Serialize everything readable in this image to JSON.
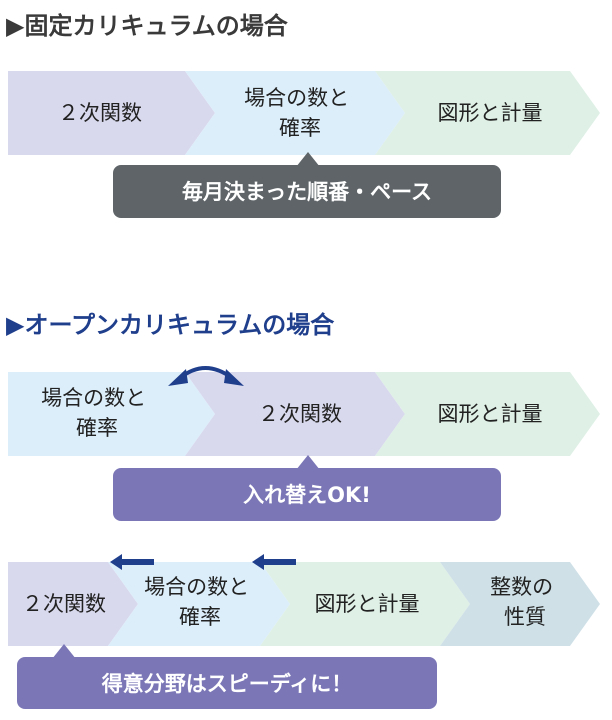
{
  "colors": {
    "purple_light": "#D9D9EE",
    "blue_light": "#DCEEFA",
    "green_light": "#DFF0E6",
    "blue_gray": "#CFE0E7",
    "dark_gray": "#5E6468",
    "violet": "#7B77B7",
    "navy": "#1F3E8C",
    "heading_gray": "#3A3A3A"
  },
  "section1": {
    "heading": "▶固定カリキュラムの場合",
    "steps": [
      {
        "lines": [
          "２次関数"
        ]
      },
      {
        "lines": [
          "場合の数と",
          "確率"
        ]
      },
      {
        "lines": [
          "図形と計量"
        ]
      }
    ],
    "bubble": "毎月決まった順番・ペース"
  },
  "section2": {
    "heading": "▶オープンカリキュラムの場合",
    "steps": [
      {
        "lines": [
          "場合の数と",
          "確率"
        ]
      },
      {
        "lines": [
          "２次関数"
        ]
      },
      {
        "lines": [
          "図形と計量"
        ]
      }
    ],
    "bubble": "入れ替えOK!"
  },
  "section3": {
    "steps": [
      {
        "lines": [
          "２次関数"
        ]
      },
      {
        "lines": [
          "場合の数と",
          "確率"
        ]
      },
      {
        "lines": [
          "図形と計量"
        ]
      },
      {
        "lines": [
          "整数の",
          "性質"
        ]
      }
    ],
    "bubble": "得意分野はスピーディに！"
  }
}
